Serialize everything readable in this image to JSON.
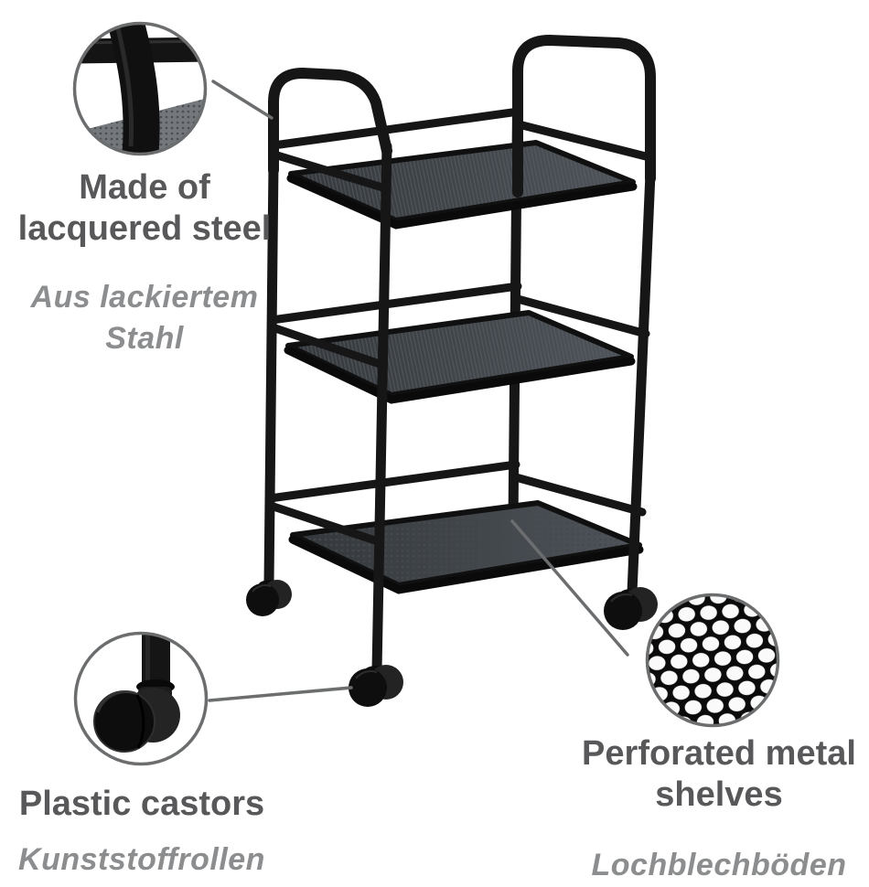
{
  "background": "#ffffff",
  "colors": {
    "title": "#58585a",
    "subtitle": "#8b8d8f",
    "callout": "#6b6d6f",
    "tube": "#161616",
    "shelf_base": "#3d4146",
    "perforation_hole": "#fafafa"
  },
  "callouts": {
    "material": {
      "title_lines": [
        "Made of",
        "lacquered steel"
      ],
      "subtitle_lines": [
        "Aus lackiertem",
        "Stahl"
      ]
    },
    "castors": {
      "title_lines": [
        "Plastic castors"
      ],
      "subtitle_lines": [
        "Kunststoffrollen"
      ]
    },
    "shelves": {
      "title_lines": [
        "Perforated metal",
        "shelves"
      ],
      "subtitle_lines": [
        "Lochblechböden"
      ]
    }
  }
}
